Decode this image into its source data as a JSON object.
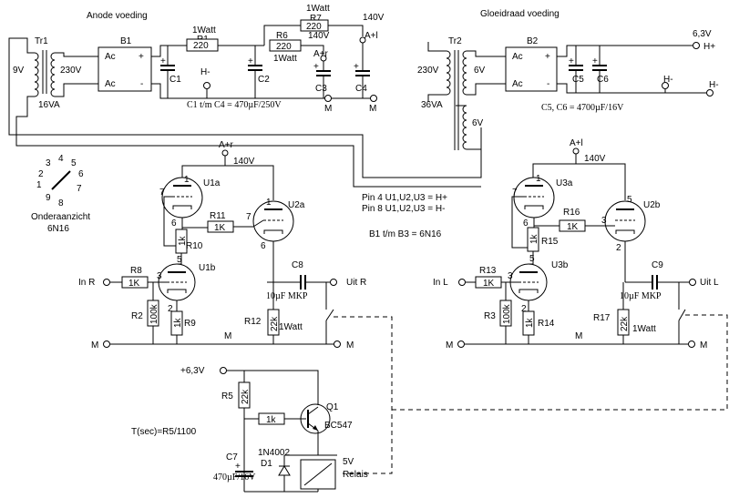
{
  "sections": {
    "anode_title": "Anode voeding",
    "filament_title": "Gloeidraad voeding"
  },
  "anode": {
    "tr1": "Tr1",
    "tr1_primary": "9V",
    "tr1_secondary": "230V",
    "tr1_va": "16VA",
    "b1": "B1",
    "ac1": "Ac",
    "ac2": "Ac",
    "plus": "+",
    "minus": "-",
    "c1": "C1",
    "c2": "C2",
    "c3": "C3",
    "c4": "C4",
    "cplus": "+",
    "r1_watt": "1Watt",
    "r1": "R1",
    "r1_val": "220",
    "r6": "R6",
    "r6_val": "220",
    "r6_watt": "1Watt",
    "r7_watt": "1Watt",
    "r7": "R7",
    "r7_val": "220",
    "hminus": "H-",
    "v140a": "140V",
    "ai": "A+l",
    "v140b": "140V",
    "ar": "A+r",
    "m1": "M",
    "m2": "M",
    "cap_note": "C1 t/m C4 = 470µF/250V"
  },
  "filament": {
    "tr2": "Tr2",
    "tr2_primary": "230V",
    "tr2_sec1": "6V",
    "tr2_sec2": "6V",
    "tr2_va": "36VA",
    "b2": "B2",
    "ac1": "Ac",
    "ac2": "Ac",
    "plus": "+",
    "minus": "-",
    "c5": "C5",
    "c6": "C6",
    "cplus": "+",
    "v63": "6,3V",
    "hplus": "H+",
    "hminus1": "H-",
    "hminus2": "H-",
    "cap_note": "C5, C6 = 4700µF/16V"
  },
  "pinout": {
    "pins": [
      "1",
      "2",
      "3",
      "4",
      "5",
      "6",
      "7",
      "8",
      "9"
    ],
    "caption1": "Onderaanzicht",
    "caption2": "6N16"
  },
  "notes": {
    "line1": "Pin 4 U1,U2,U3 = H+",
    "line2": "Pin 8 U1,U2,U3 = H-",
    "line3": "B1 t/m B3 = 6N16"
  },
  "right_channel": {
    "supply": "A+r",
    "v140": "140V",
    "u1a": "U1a",
    "u1b": "U1b",
    "u2a": "U2a",
    "p1": "1",
    "p7": "7",
    "p6": "6",
    "p5": "5",
    "p3": "3",
    "p2": "2",
    "p7b": "7",
    "p6b": "6",
    "p1b": "1",
    "r11": "R11",
    "r11_val": "1K",
    "r10": "R10",
    "r10_val": "1k",
    "r8": "R8",
    "r8_val": "1K",
    "in": "In R",
    "r2": "R2",
    "r2_val": "100k",
    "r9": "R9",
    "r9_val": "1k",
    "c8": "C8",
    "c8_val": "10µF MKP",
    "out": "Uit R",
    "r12": "R12",
    "r12_val": "22k",
    "r12_watt": "1Watt",
    "m1": "M",
    "m2": "M",
    "m3": "M"
  },
  "left_channel": {
    "supply": "A+l",
    "v140": "140V",
    "u3a": "U3a",
    "u3b": "U3b",
    "u2b": "U2b",
    "p1": "1",
    "p7": "7",
    "p6": "6",
    "p5": "5",
    "p3": "3",
    "p2": "2",
    "p3b": "3",
    "p2b": "2",
    "p5b": "5",
    "r16": "R16",
    "r16_val": "1K",
    "r15": "R15",
    "r15_val": "1k",
    "r13": "R13",
    "r13_val": "1K",
    "in": "In L",
    "r3": "R3",
    "r3_val": "100k",
    "r14": "R14",
    "r14_val": "1k",
    "c9": "C9",
    "c9_val": "10µF MKP",
    "out": "Uit L",
    "r17": "R17",
    "r17_val": "22k",
    "r17_watt": "1Watt",
    "m1": "M",
    "m2": "M",
    "m3": "M"
  },
  "delay": {
    "v63": "+6,3V",
    "r5": "R5",
    "r5_val": "22k",
    "r_val": "1k",
    "q1": "Q1",
    "q1_type": "BC547",
    "formula": "T(sec)=R5/1100",
    "c7": "C7",
    "c7_val": "470µF/16V",
    "cplus": "+",
    "d1_type": "1N4002",
    "d1": "D1",
    "relay_v": "5V",
    "relay": "Relais"
  }
}
